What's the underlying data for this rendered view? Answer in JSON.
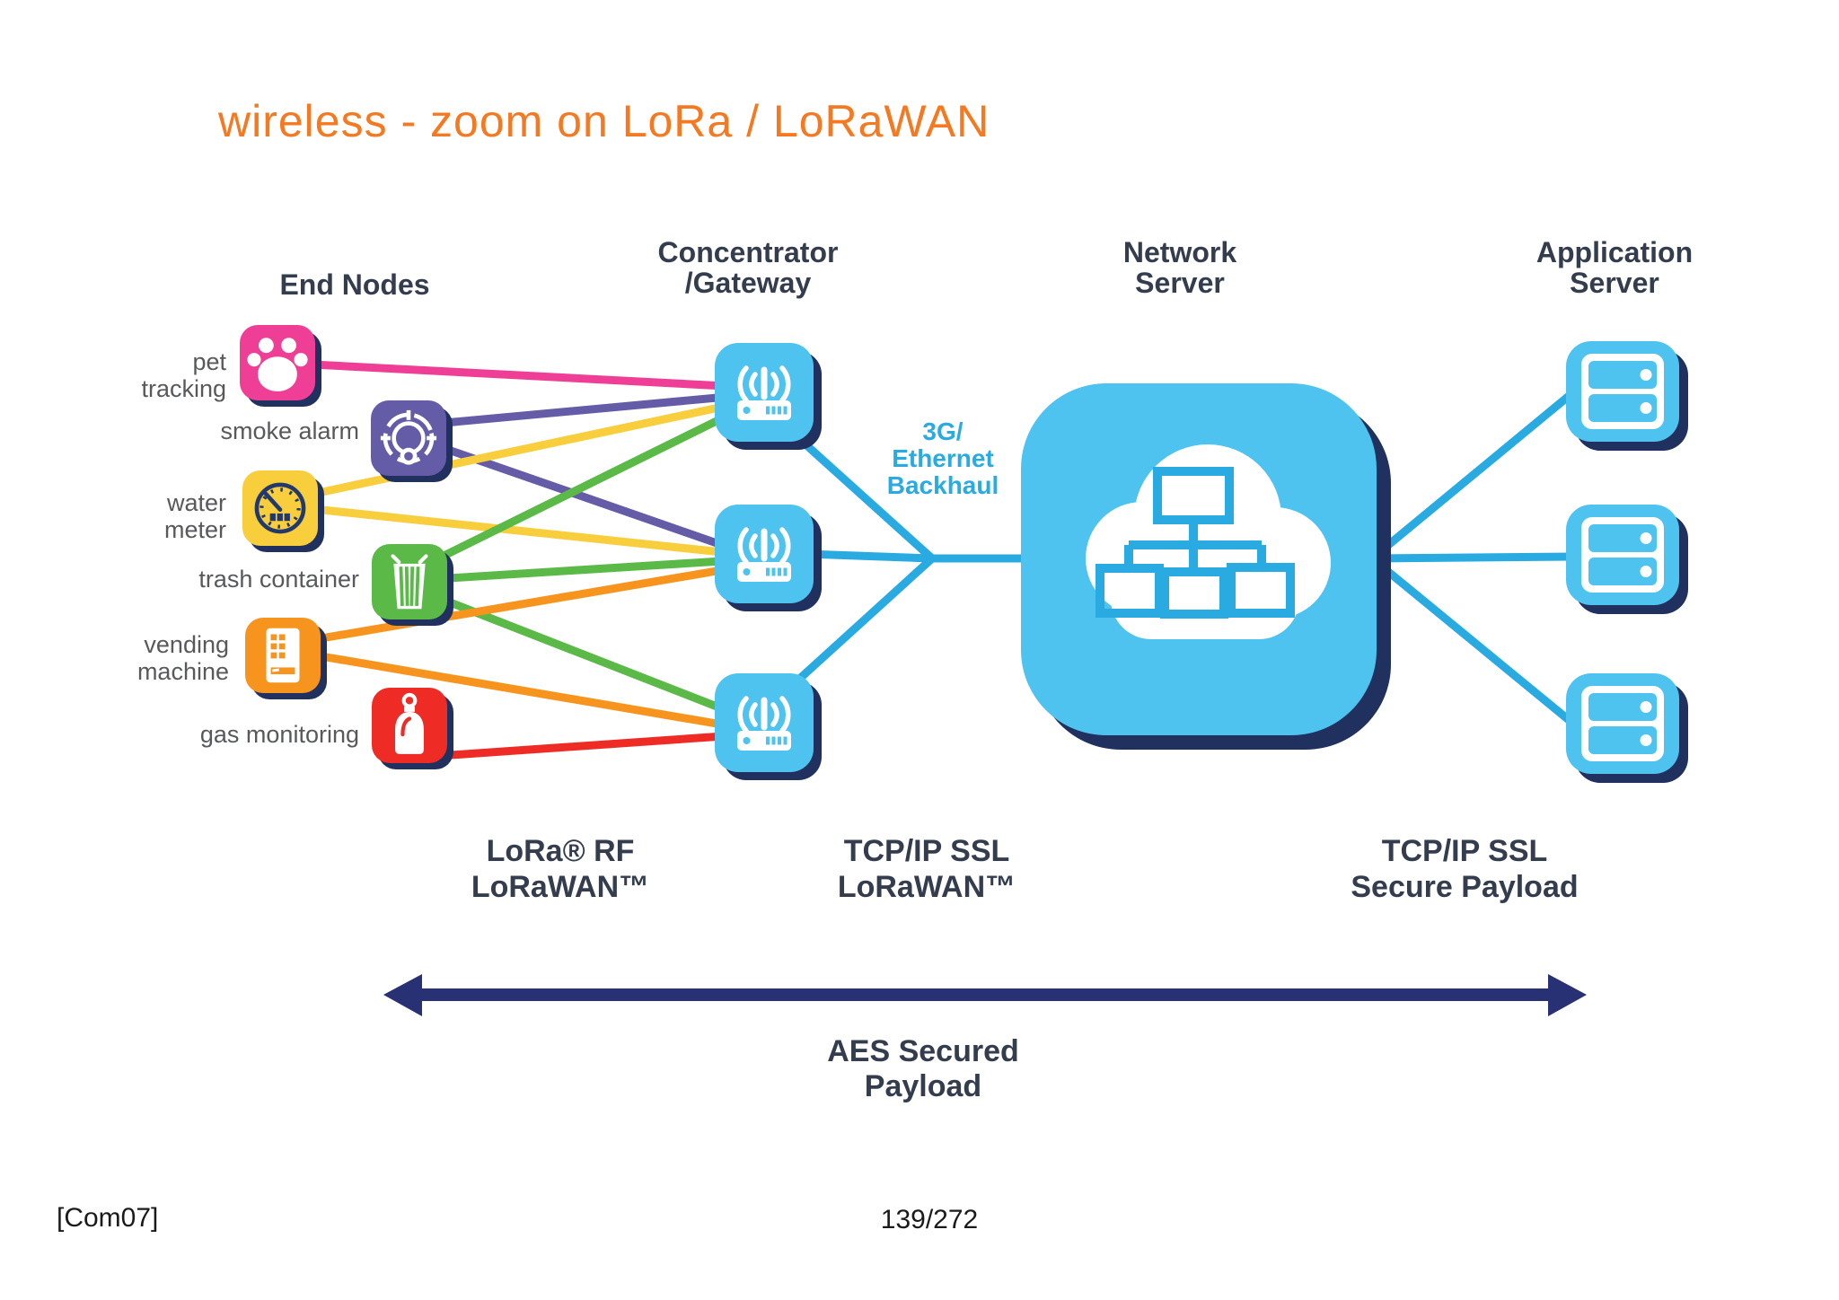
{
  "slide": {
    "title": "wireless - zoom on LoRa / LoRaWAN",
    "footer": {
      "reference": "[Com07]",
      "page": "139/272"
    }
  },
  "diagram": {
    "columns": {
      "end_nodes": "End Nodes",
      "gateway": "Concentrator\n/Gateway",
      "network_server": "Network\nServer",
      "application_server": "Application\nServer"
    },
    "end_nodes": [
      {
        "label": "pet\ntracking",
        "icon": "paw-icon",
        "color": "#EF3E96"
      },
      {
        "label": "smoke alarm",
        "icon": "smoke-detector-icon",
        "color": "#655CA8"
      },
      {
        "label": "water\nmeter",
        "icon": "gauge-icon",
        "color": "#F8CE3C"
      },
      {
        "label": "trash container",
        "icon": "trash-icon",
        "color": "#5BBA47"
      },
      {
        "label": "vending\nmachine",
        "icon": "vending-machine-icon",
        "color": "#F7941E"
      },
      {
        "label": "gas monitoring",
        "icon": "gas-cylinder-icon",
        "color": "#EE2B24"
      }
    ],
    "gateways": {
      "count": 3,
      "icon": "router-antenna-icon",
      "color": "#4EC3EF"
    },
    "network_server": {
      "icon": "cloud-network-icon",
      "color": "#4EC3EF"
    },
    "application_servers": {
      "count": 3,
      "icon": "server-icon",
      "color": "#4EC3EF"
    },
    "labels": {
      "backhaul": "3G/\nEthernet\nBackhaul",
      "lora_rf": "LoRa® RF\nLoRaWAN™",
      "tcpip_lorawan": "TCP/IP SSL\nLoRaWAN™",
      "tcpip_secure": "TCP/IP SSL\nSecure Payload",
      "aes": "AES Secured Payload"
    },
    "links": [
      {
        "from": "pet-tracking",
        "to": "gateway-1",
        "color": "#EF3E96"
      },
      {
        "from": "smoke-alarm",
        "to": "gateway-1",
        "color": "#655CA8"
      },
      {
        "from": "smoke-alarm",
        "to": "gateway-2",
        "color": "#655CA8"
      },
      {
        "from": "water-meter",
        "to": "gateway-1",
        "color": "#F8CE3C"
      },
      {
        "from": "water-meter",
        "to": "gateway-2",
        "color": "#F8CE3C"
      },
      {
        "from": "trash-container",
        "to": "gateway-1",
        "color": "#5BBA47"
      },
      {
        "from": "trash-container",
        "to": "gateway-2",
        "color": "#5BBA47"
      },
      {
        "from": "trash-container",
        "to": "gateway-3",
        "color": "#5BBA47"
      },
      {
        "from": "vending-machine",
        "to": "gateway-2",
        "color": "#F7941E"
      },
      {
        "from": "vending-machine",
        "to": "gateway-3",
        "color": "#F7941E"
      },
      {
        "from": "gas-monitoring",
        "to": "gateway-3",
        "color": "#EE2B24"
      },
      {
        "from": "gateway-1",
        "to": "network-server",
        "color": "#29ABE2"
      },
      {
        "from": "gateway-2",
        "to": "network-server",
        "color": "#29ABE2"
      },
      {
        "from": "gateway-3",
        "to": "network-server",
        "color": "#29ABE2"
      },
      {
        "from": "network-server",
        "to": "app-server-1",
        "color": "#29ABE2"
      },
      {
        "from": "network-server",
        "to": "app-server-2",
        "color": "#29ABE2"
      },
      {
        "from": "network-server",
        "to": "app-server-3",
        "color": "#29ABE2"
      }
    ],
    "colors": {
      "title_orange": "#F47920",
      "header_navy": "#333D4E",
      "label_gray": "#58595B",
      "link_blue": "#29ABE2",
      "icon_blue": "#4EC3EF",
      "shadow_navy": "#20305F",
      "arrow_navy": "#283173",
      "pink": "#EF3E96",
      "purple": "#655CA8",
      "yellow": "#F8CE3C",
      "green": "#5BBA47",
      "orange": "#F7941E",
      "red": "#EE2B24"
    }
  }
}
